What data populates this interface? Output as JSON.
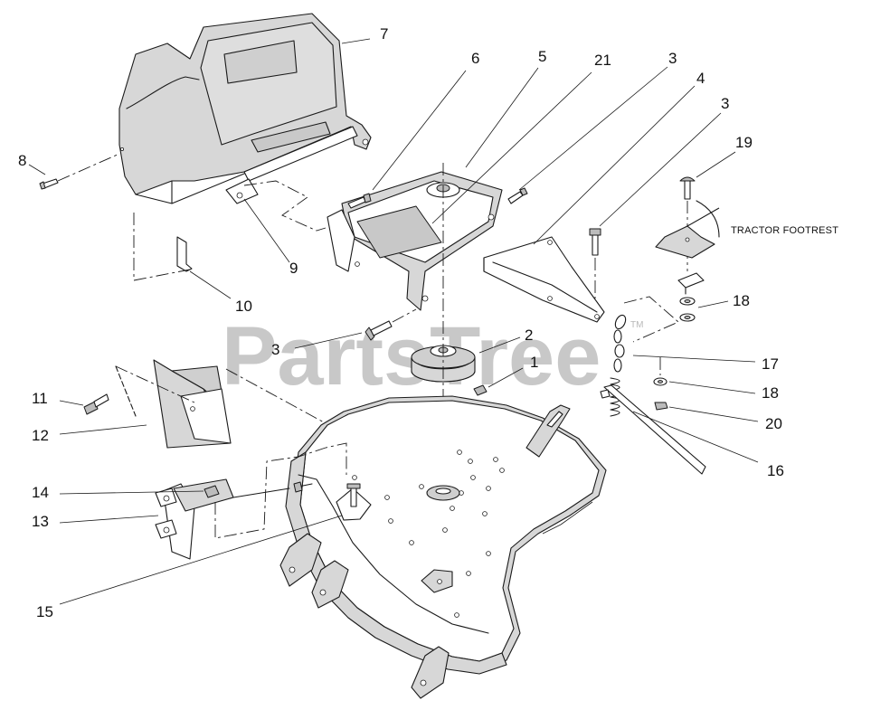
{
  "callouts": {
    "c1": "1",
    "c2": "2",
    "c3a": "3",
    "c3b": "3",
    "c3c": "3",
    "c4": "4",
    "c5": "5",
    "c6": "6",
    "c7": "7",
    "c8": "8",
    "c9": "9",
    "c10": "10",
    "c11": "11",
    "c12": "12",
    "c13": "13",
    "c14": "14",
    "c15": "15",
    "c16": "16",
    "c17": "17",
    "c18a": "18",
    "c18b": "18",
    "c19": "19",
    "c20": "20",
    "c21": "21"
  },
  "note": {
    "tractor_footrest": "TRACTOR FOOTREST"
  },
  "watermark": {
    "text": "PartsTree",
    "tm": "TM"
  },
  "colors": {
    "ink": "#1a1a1a",
    "shade": "#d7d7d7",
    "watermark": "#9a9a9a"
  }
}
